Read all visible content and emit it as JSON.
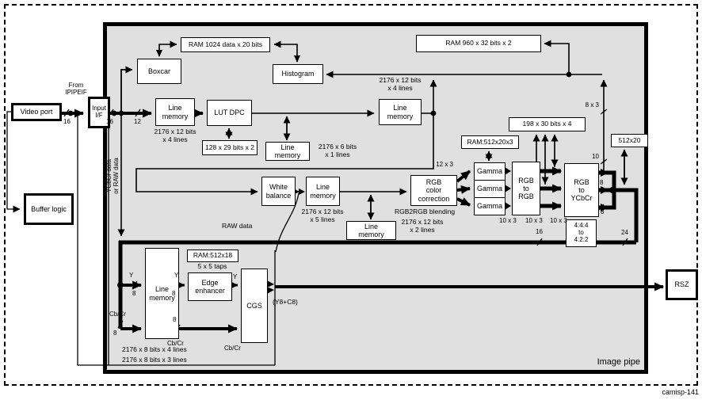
{
  "pipe": {
    "label": "Image pipe",
    "fill": "#e0e0e0",
    "line_color": "#000000"
  },
  "caption": "camisp-141",
  "blocks": {
    "video_port": "Video port",
    "input_if": "Input\nI/F",
    "buffer_logic": "Buffer logic",
    "boxcar": "Boxcar",
    "ram_1024": "RAM 1024 data x 20 bits",
    "histogram": "Histogram",
    "ram_960": "RAM 960 x 32 bits x 2",
    "line_memory": "Line\nmemory",
    "lut_dpc": "LUT DPC",
    "ram_128": "128 x 29 bits x 2",
    "white_balance": "White\nbalance",
    "rgb_color_correction": "RGB\ncolor\ncorrection",
    "gamma": "Gamma",
    "ram_gamma": "RAM:512x20x3",
    "ram_198": "198 x 30 bits x 4",
    "rgb_to_rgb": "RGB\nto\nRGB",
    "rgb_to_ycbcr": "RGB\nto\nYCbCr",
    "ram_512x20": "512x20",
    "conv_444_422": "4:4:4\nto\n4:2:2",
    "ram_512x18": "RAM:512x18",
    "edge_enhancer": "Edge\nenhancer",
    "cgs": "CGS",
    "rsz": "RSZ"
  },
  "annotations": {
    "from_ipipeif": "From\nIPIPEIF",
    "ycbcr_or_raw": "YCbCr data\nor RAW data",
    "mem_dpc_in": "2176 x 12 bits\nx 4 lines",
    "mem_small": "2176 x 6 bits\nx 1 lines",
    "mem_nf": "2176 x 12 bits\nx 4 lines",
    "mem_wb": "2176 x 12 bits\nx 5 lines",
    "raw_data": "RAW data",
    "rgb2rgb_blending": "RGB2RGB blending",
    "mem_cc": "2176 x 12 bits\nx 2 lines",
    "taps": "5 x 5 taps",
    "mem_y": "2176 x 8 bits x 4 lines",
    "mem_c": "2176 x 8 bits x 3 lines",
    "y8c8": "(Y8+C8)"
  },
  "bus": {
    "vp16": "16",
    "if16": "16",
    "lm12": "12",
    "g12x3": "12 x 3",
    "r10x3": "10 x 3",
    "fb8x3": "8 x 3",
    "w10": "10",
    "w8": "8",
    "out24": "24",
    "out16": "16",
    "y": "Y",
    "cbcr": "Cb/Cr"
  }
}
